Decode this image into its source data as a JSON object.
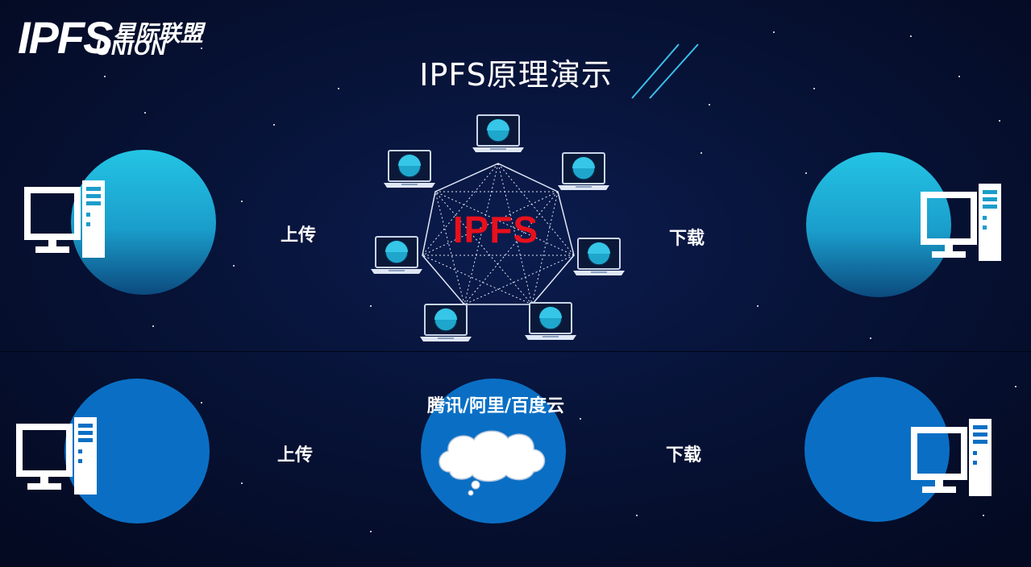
{
  "logo": {
    "main": "IPFS",
    "cn": "星际联盟",
    "sub": "UNION"
  },
  "title": "IPFS原理演示",
  "network": {
    "center_label": "IPFS"
  },
  "top_section": {
    "upload_label": "上传",
    "download_label": "下载"
  },
  "bottom_section": {
    "upload_label": "上传",
    "download_label": "下载",
    "cloud_caption": "腾讯/阿里/百度云"
  },
  "colors": {
    "cyan_gradient_top": "#24c4e4",
    "cyan_gradient_bottom": "#0c4a7e",
    "blue_circle": "#0a6fc4",
    "ipfs_red": "#e8101c"
  },
  "icons": [
    "computer-icon",
    "laptop-icon",
    "cloud-icon"
  ]
}
